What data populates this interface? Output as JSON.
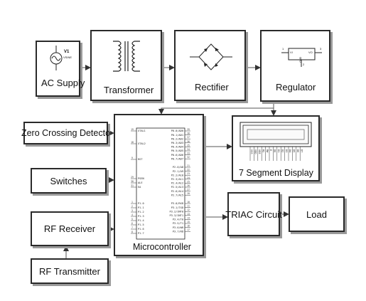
{
  "blocks": {
    "ac_supply": {
      "label": "AC Supply",
      "source_ref": "V1",
      "source_type": "VSINE"
    },
    "transformer": {
      "label": "Transformer"
    },
    "rectifier": {
      "label": "Rectifier"
    },
    "regulator": {
      "label": "Regulator",
      "pin_vi": "VI",
      "pin_vo": "VO",
      "pin_gnd": "GND",
      "pin1": "1",
      "pin2": "2",
      "pin3": "3"
    },
    "zero_crossing": {
      "label": "Zero Crossing Detecto"
    },
    "switches": {
      "label": "Switches"
    },
    "rf_receiver": {
      "label": "RF Receiver"
    },
    "rf_transmitter": {
      "label": "RF Transmitter"
    },
    "microcontroller": {
      "label": "Microcontroller",
      "left_pins": [
        {
          "num": "19",
          "name": "XTAL1"
        },
        {
          "num": "18",
          "name": "XTAL2"
        },
        {
          "num": "9",
          "name": "RST"
        },
        {
          "num": "29",
          "name": "PSEN"
        },
        {
          "num": "30",
          "name": "ALE"
        },
        {
          "num": "31",
          "name": "EA"
        },
        {
          "num": "1",
          "name": "P1.0"
        },
        {
          "num": "2",
          "name": "P1.1"
        },
        {
          "num": "3",
          "name": "P1.2"
        },
        {
          "num": "4",
          "name": "P1.3"
        },
        {
          "num": "5",
          "name": "P1.4"
        },
        {
          "num": "6",
          "name": "P1.5"
        },
        {
          "num": "7",
          "name": "P1.6"
        },
        {
          "num": "8",
          "name": "P1.7"
        }
      ],
      "right_pins_port0": [
        "P0.0/AD0",
        "P0.1/AD1",
        "P0.2/AD2",
        "P0.3/AD3",
        "P0.4/AD4",
        "P0.5/AD5",
        "P0.6/AD6",
        "P0.7/AD7"
      ],
      "right_pins_port2": [
        "P2.0/A8",
        "P2.1/A9",
        "P2.2/A10",
        "P2.3/A11",
        "P2.4/A12",
        "P2.5/A13",
        "P2.6/A14",
        "P2.7/A15"
      ],
      "right_pins_port3": [
        "P3.0/RXD",
        "P3.1/TXD",
        "P3.2/INT0",
        "P3.3/INT1",
        "P3.4/T0",
        "P3.5/T1",
        "P3.6/WR",
        "P3.7/RD"
      ],
      "right_nums_port0": [
        "39",
        "38",
        "37",
        "36",
        "35",
        "34",
        "33",
        "32"
      ],
      "right_nums_port2": [
        "21",
        "22",
        "23",
        "24",
        "25",
        "26",
        "27",
        "28"
      ],
      "right_nums_port3": [
        "10",
        "11",
        "12",
        "13",
        "14",
        "15",
        "16",
        "17"
      ]
    },
    "display": {
      "label": "7 Segment Display",
      "pins": [
        "VSS",
        "VDD",
        "VEE",
        "RS",
        "RW",
        "E",
        "D0",
        "D1",
        "D2",
        "D3",
        "D4",
        "D5",
        "D6",
        "D7"
      ]
    },
    "triac": {
      "label": "TRIAC Circuit"
    },
    "load": {
      "label": "Load"
    }
  }
}
